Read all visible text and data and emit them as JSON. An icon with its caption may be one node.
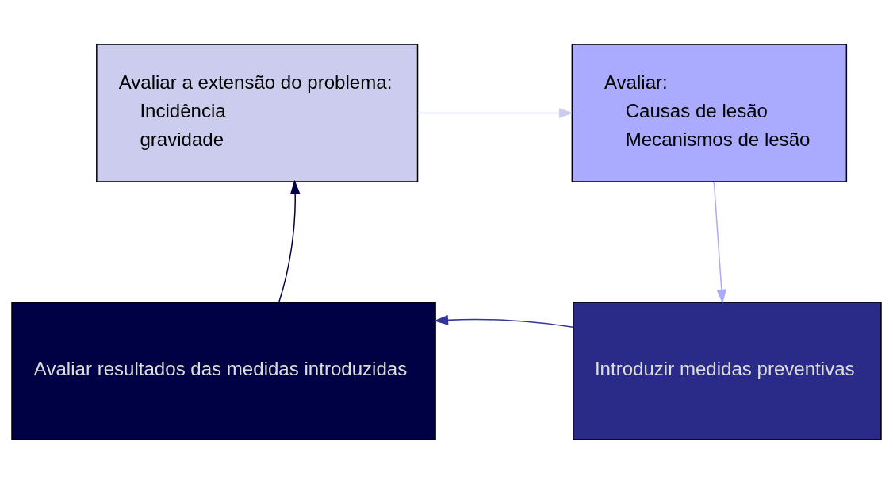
{
  "diagram": {
    "nodes": [
      {
        "text": [
          "Avaliar a extensão do problema:",
          "Incidência",
          "gravidade"
        ]
      },
      {
        "text": [
          "Avaliar:",
          "Causas de lesão",
          "Mecanismos de lesão"
        ]
      },
      {
        "text": [
          "Introduzir medidas preventivas"
        ]
      },
      {
        "text": [
          "Avaliar resultados das medidas introduzidas"
        ]
      }
    ],
    "edges": [
      {
        "from": 0,
        "to": 1,
        "arrow": "to",
        "color": "#ccccee"
      },
      {
        "from": 1,
        "to": 2,
        "arrow": "to",
        "color": "#aaaaff"
      },
      {
        "from": 2,
        "to": 3,
        "arrow": "to",
        "color": "#333399"
      },
      {
        "from": 3,
        "to": 0,
        "arrow": "to",
        "color": "#000044"
      }
    ]
  }
}
